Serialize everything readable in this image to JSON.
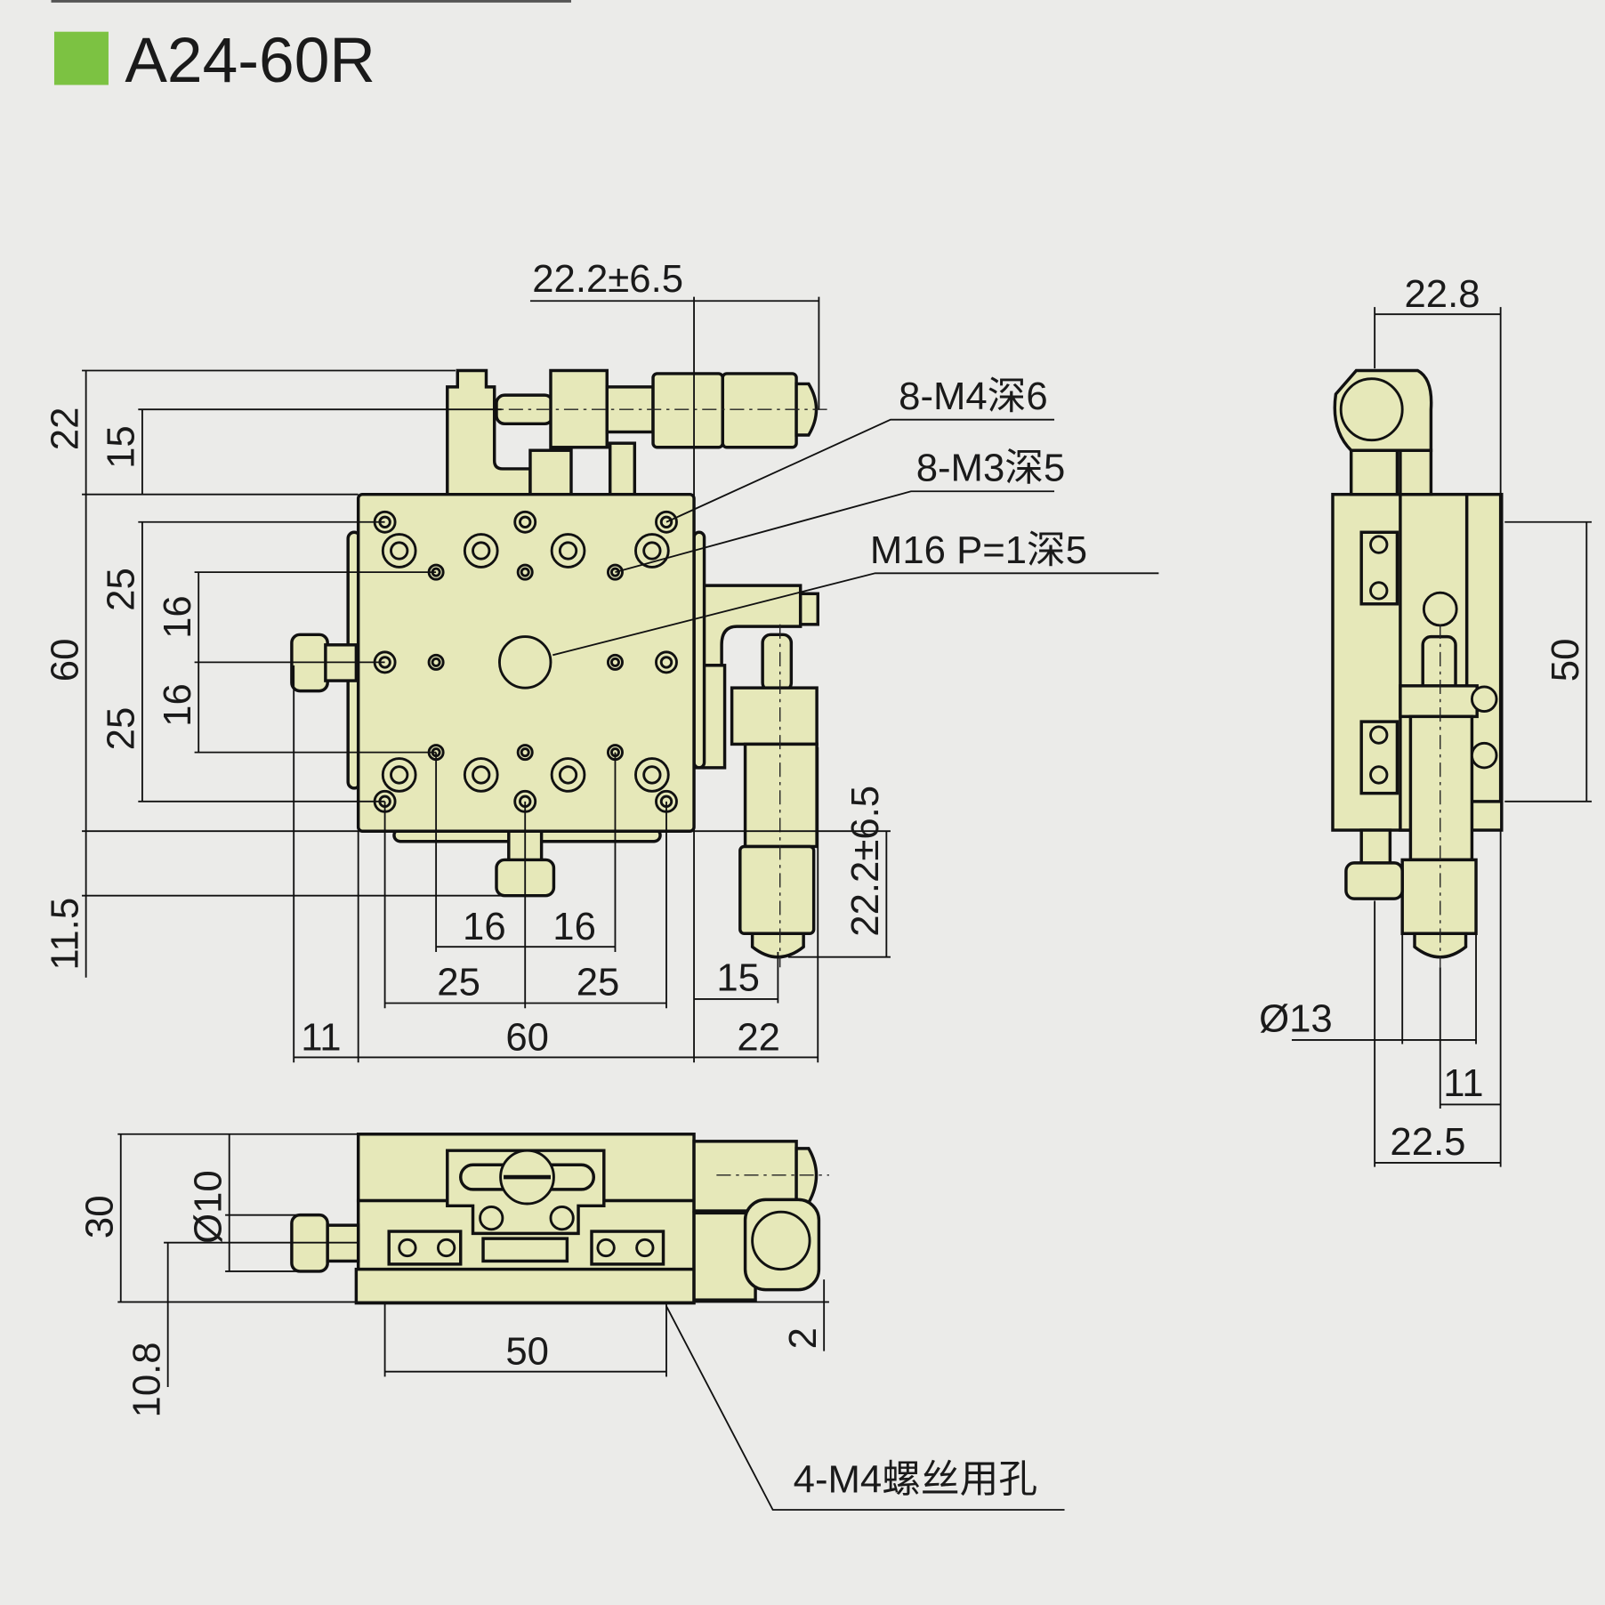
{
  "header": {
    "title": "A24-60R",
    "accent_color": "#7cc242"
  },
  "callouts": {
    "m4_holes": "8-M4深6",
    "m3_holes": "8-M3深5",
    "center_thread": "M16 P=1深5",
    "mount_holes": "4-M4螺丝用孔"
  },
  "dims": {
    "travel_top": "22.2±6.5",
    "h22": "22",
    "h15": "15",
    "h60": "60",
    "h25a": "25",
    "h25b": "25",
    "h16a": "16",
    "h16b": "16",
    "h11_5": "11.5",
    "w16a": "16",
    "w16b": "16",
    "w25a": "25",
    "w25b": "25",
    "w11": "11",
    "w60": "60",
    "w22": "22",
    "w15": "15",
    "travel_side": "22.2±6.5",
    "s30": "30",
    "s10": "Ø10",
    "s10_8": "10.8",
    "s50": "50",
    "s2": "2",
    "r22_8": "22.8",
    "r50": "50",
    "r13": "Ø13",
    "r11": "11",
    "r22_5": "22.5"
  }
}
